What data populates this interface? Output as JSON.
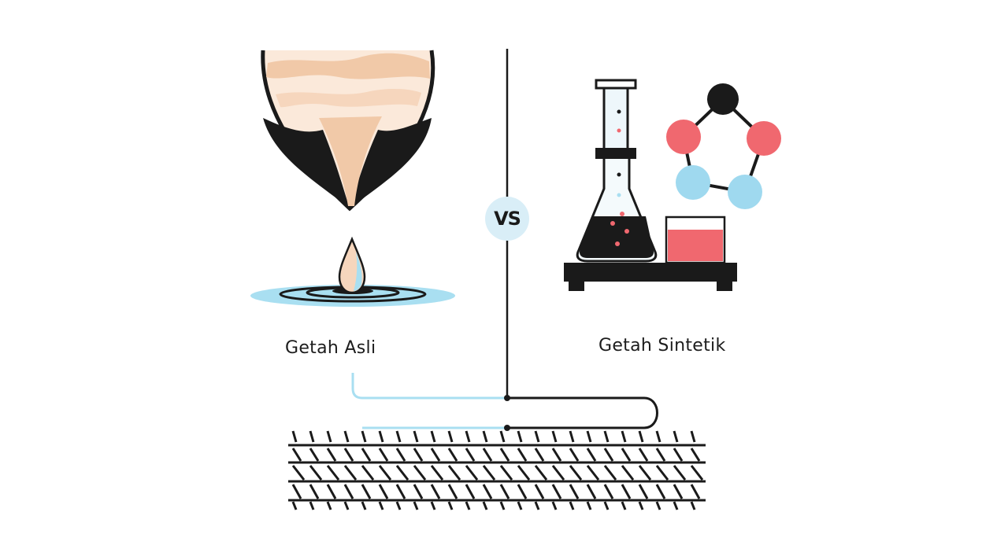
{
  "labels": {
    "left": "Getah Asli",
    "right": "Getah Sintetik",
    "vs": "VS"
  },
  "colors": {
    "ink": "#1a1a1a",
    "latex_cream": "#f6d6bd",
    "latex_light": "#fbe9da",
    "water_blue": "#a9dff1",
    "pale_blue": "#d9eef7",
    "accent_red": "#f0686f",
    "molecule_blue": "#9fd9ef"
  },
  "icons": {
    "left": "latex-bowl-icon",
    "drop": "latex-drop-icon",
    "right": "chemistry-flask-icon",
    "molecule": "molecule-ring-icon",
    "tire": "tire-tread-icon"
  }
}
